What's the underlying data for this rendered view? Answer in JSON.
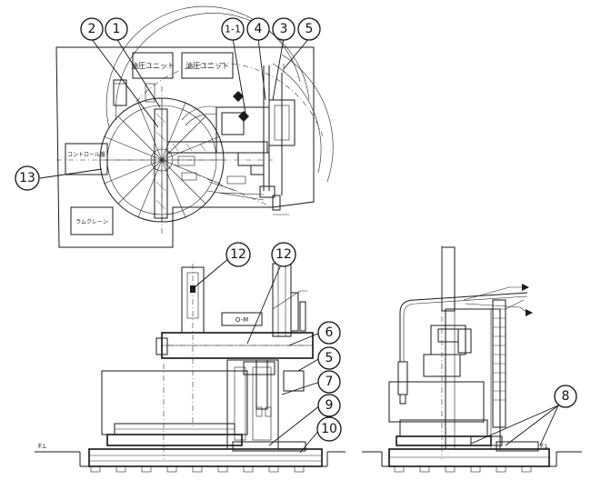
{
  "callouts": [
    {
      "id": "c2",
      "label": "2"
    },
    {
      "id": "c1",
      "label": "1"
    },
    {
      "id": "c1-1",
      "label": "1-1"
    },
    {
      "id": "c4",
      "label": "4"
    },
    {
      "id": "c3",
      "label": "3"
    },
    {
      "id": "c5-top",
      "label": "5"
    },
    {
      "id": "c13",
      "label": "13"
    },
    {
      "id": "c12-a",
      "label": "12"
    },
    {
      "id": "c12-b",
      "label": "12"
    },
    {
      "id": "c6",
      "label": "6"
    },
    {
      "id": "c5-front",
      "label": "5"
    },
    {
      "id": "c7",
      "label": "7"
    },
    {
      "id": "c9",
      "label": "9"
    },
    {
      "id": "c10",
      "label": "10"
    },
    {
      "id": "c8",
      "label": "8"
    }
  ],
  "plan_labels": {
    "panel_1": "油圧ユニット",
    "panel_1_1": "油圧ユニット",
    "panel_left": "コントロール盤",
    "panel_bottom": "ラムクレーン"
  },
  "floor_level_left": "F.L",
  "floor_level_right": "F.L",
  "nameplate": "O-M"
}
